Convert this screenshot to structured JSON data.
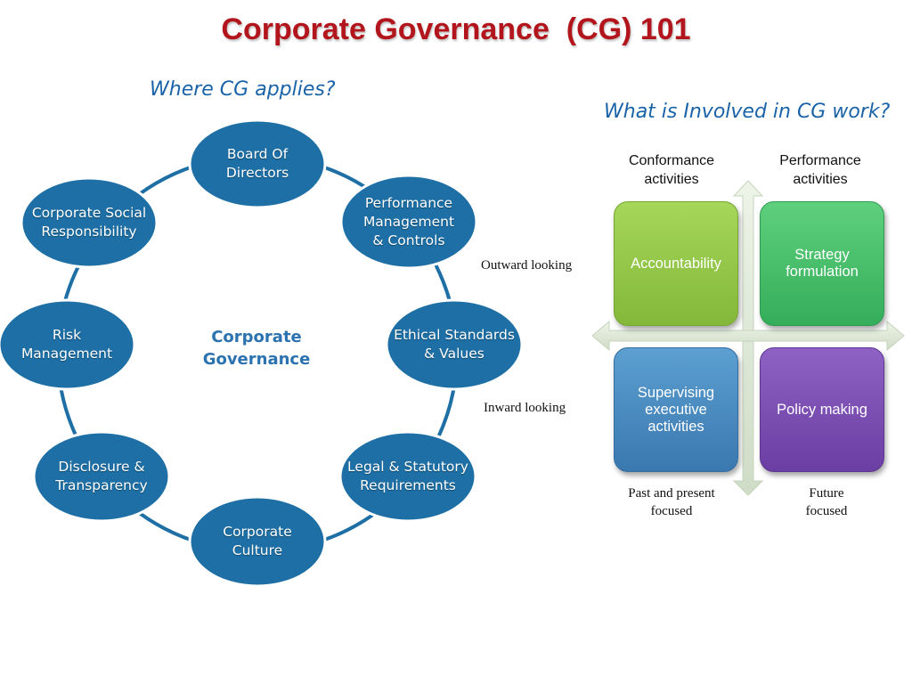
{
  "title": "Corporate Governance  (CG) 101",
  "left_panel": {
    "heading": "Where CG applies?",
    "center_label": "Corporate\nGovernance",
    "nodes": [
      "Board Of\nDirectors",
      "Performance\nManagement\n& Controls",
      "Ethical Standards\n& Values",
      "Legal & Statutory\nRequirements",
      "Corporate\nCulture",
      "Disclosure &\nTransparency",
      "Risk\nManagement",
      "Corporate Social\nResponsibility"
    ],
    "outward_note": "Outward looking",
    "inward_note": "Inward looking",
    "node_color": "#1d6fa5"
  },
  "right_panel": {
    "heading": "What is Involved in CG work?",
    "conformance_head": "Conformance\nactivities",
    "performance_head": "Performance\nactivities",
    "accountability": "Accountability",
    "strategy": "Strategy\nformulation",
    "supervising": "Supervising\nexecutive\nactivities",
    "policy": "Policy making",
    "past_foot": "Past and present\nfocused",
    "future_foot": "Future\nfocused",
    "colors": {
      "accountability": "#93c647",
      "strategy": "#45bd69",
      "supervising": "#4a8cc2",
      "policy": "#7b4fb4"
    }
  }
}
